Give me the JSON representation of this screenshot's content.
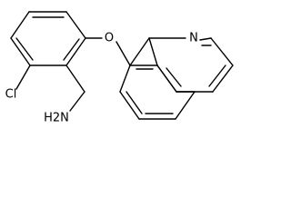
{
  "molecule": {
    "atoms": {
      "oxygen": "O",
      "nitrogen": "N",
      "chlorine": "Cl",
      "amine": "H2N"
    }
  }
}
